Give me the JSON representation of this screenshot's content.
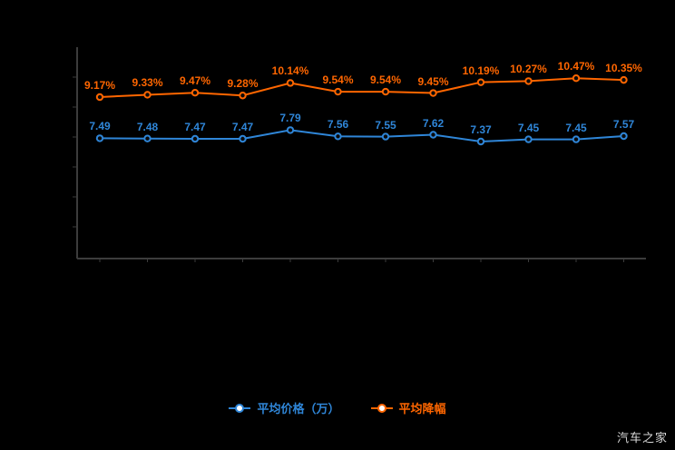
{
  "background": "#000000",
  "axis_color": "#3c3c3c",
  "watermark": "汽车之家",
  "legend": [
    {
      "label": "平均价格（万）",
      "color": "#2f86d8"
    },
    {
      "label": "平均降幅",
      "color": "#ff6600"
    }
  ],
  "chart_data": {
    "type": "line",
    "title": "",
    "xlabel": "",
    "ylabel": "",
    "grid": false,
    "legend_position": "bottom",
    "points_count": 12,
    "series": [
      {
        "name": "平均价格（万）",
        "color": "#2f86d8",
        "values": [
          7.49,
          7.48,
          7.47,
          7.47,
          7.79,
          7.56,
          7.55,
          7.62,
          7.37,
          7.45,
          7.45,
          7.57
        ],
        "labels": [
          "7.49",
          "7.48",
          "7.47",
          "7.47",
          "7.79",
          "7.56",
          "7.55",
          "7.62",
          "7.37",
          "7.45",
          "7.45",
          "7.57"
        ]
      },
      {
        "name": "平均降幅",
        "color": "#ff6600",
        "values": [
          9.17,
          9.33,
          9.47,
          9.28,
          10.14,
          9.54,
          9.54,
          9.45,
          10.19,
          10.27,
          10.47,
          10.35
        ],
        "labels": [
          "9.17%",
          "9.33%",
          "9.47%",
          "9.28%",
          "10.14%",
          "9.54%",
          "9.54%",
          "9.45%",
          "10.19%",
          "10.27%",
          "10.47%",
          "10.35%"
        ]
      }
    ]
  }
}
